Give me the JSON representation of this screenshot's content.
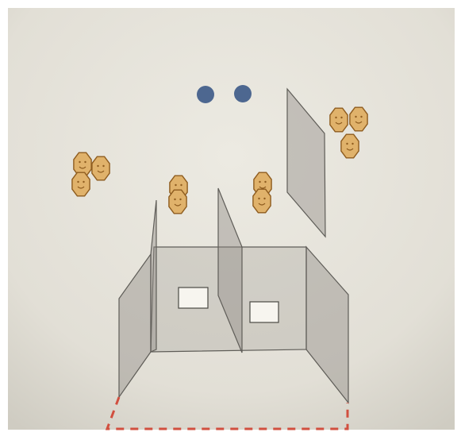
{
  "scene": {
    "background_color": "#d9d6cd",
    "paper_color": "#e6e3da",
    "dot_color": "#4d6790",
    "coin_color": "#e0b26b",
    "coin_stroke": "#8e5c1f",
    "dashed_line_color": "#d14f3f"
  },
  "counts": {
    "blue_dots": 2,
    "coin_groups": 4,
    "coins_total": 10,
    "panels": 5,
    "windows": 2
  },
  "icons": {
    "dot": "blue-dot-icon",
    "coin": "coin-icon"
  }
}
